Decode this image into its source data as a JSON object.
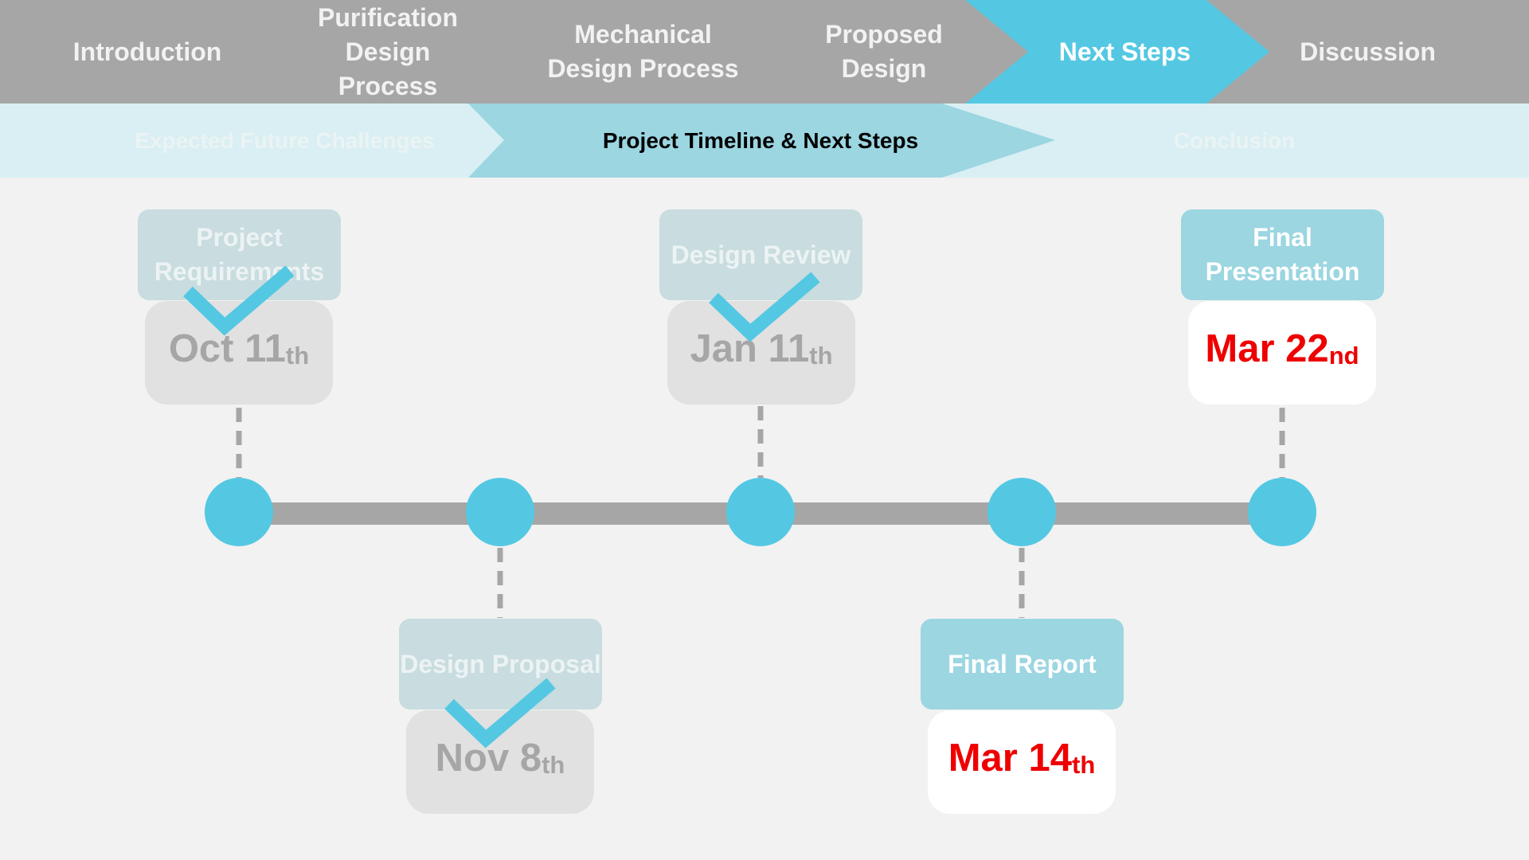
{
  "top_nav": {
    "items": [
      {
        "label": "Introduction",
        "active": false
      },
      {
        "label": "Purification Design Process",
        "active": false
      },
      {
        "label": "Mechanical Design Process",
        "active": false
      },
      {
        "label": "Proposed Design",
        "active": false
      },
      {
        "label": "Next Steps",
        "active": true
      },
      {
        "label": "Discussion",
        "active": false
      }
    ]
  },
  "sub_nav": {
    "items": [
      {
        "label": "Expected Future Challenges",
        "active": false
      },
      {
        "label": "Project Timeline & Next Steps",
        "active": true
      },
      {
        "label": "Conclusion",
        "active": false
      }
    ]
  },
  "timeline": {
    "milestones": [
      {
        "label": "Project Requirements",
        "date": "Oct 11",
        "suffix": "th",
        "completed": true
      },
      {
        "label": "Design Proposal",
        "date": "Nov 8",
        "suffix": "th",
        "completed": true
      },
      {
        "label": "Design Review",
        "date": "Jan 11",
        "suffix": "th",
        "completed": true
      },
      {
        "label": "Final Report",
        "date": "Mar 14",
        "suffix": "th",
        "completed": false
      },
      {
        "label": "Final Presentation",
        "date": "Mar 22",
        "suffix": "nd",
        "completed": false
      }
    ]
  },
  "colors": {
    "nav_gray": "#a6a6a6",
    "active_blue": "#54c8e2",
    "subnav_bg": "#d9eff3",
    "subnav_active": "#9bd6e1",
    "node_blue": "#54c8e2",
    "line_gray": "#a6a6a6",
    "upcoming_date_red": "#ee0000",
    "check_icon": "checkmark-icon"
  }
}
